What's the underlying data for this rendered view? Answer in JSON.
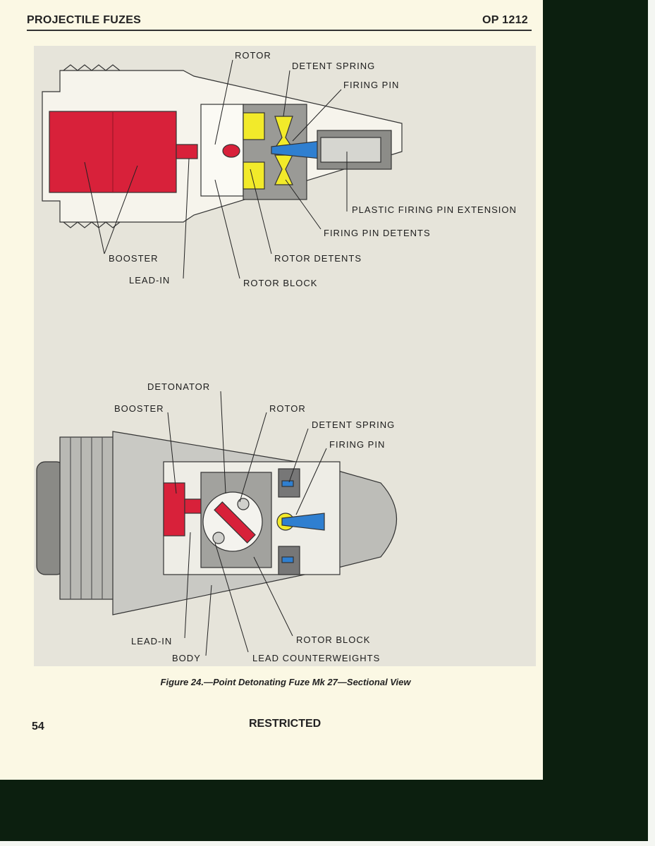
{
  "header": {
    "title": "PROJECTILE FUZES",
    "doc_number": "OP 1212"
  },
  "figure_top": {
    "labels": {
      "rotor": "ROTOR",
      "detent_spring": "DETENT SPRING",
      "firing_pin": "FIRING PIN",
      "plastic_firing_pin_extension": "PLASTIC FIRING PIN EXTENSION",
      "firing_pin_detents": "FIRING PIN DETENTS",
      "booster": "BOOSTER",
      "rotor_detents": "ROTOR DETENTS",
      "lead_in": "LEAD-IN",
      "rotor_block": "ROTOR BLOCK"
    }
  },
  "figure_bottom": {
    "labels": {
      "detonator": "DETONATOR",
      "booster": "BOOSTER",
      "rotor": "ROTOR",
      "detent_spring": "DETENT SPRING",
      "firing_pin": "FIRING PIN",
      "lead_in": "LEAD-IN",
      "rotor_block": "ROTOR BLOCK",
      "body": "BODY",
      "lead_counterweights": "LEAD COUNTERWEIGHTS"
    }
  },
  "caption": "Figure 24.—Point Detonating Fuze Mk 27—Sectional View",
  "footer": {
    "page_number": "54",
    "classification": "RESTRICTED"
  },
  "colors": {
    "booster_red": "#d8213a",
    "detent_yellow": "#f2ea2a",
    "pin_blue": "#2f7fd0",
    "page": "#fbf8e4",
    "background": "#0c1f0f"
  }
}
